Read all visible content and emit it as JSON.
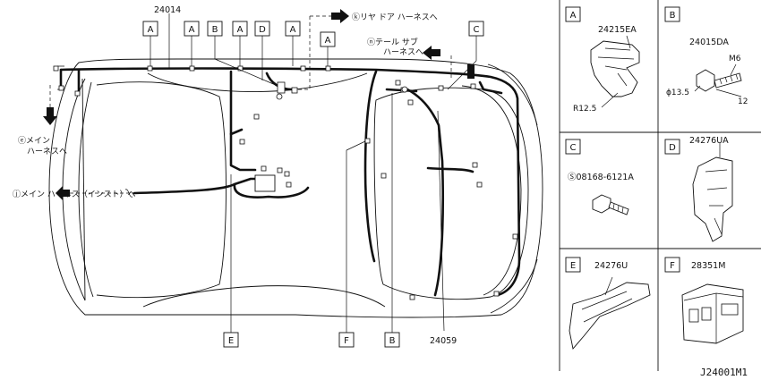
{
  "diagram": {
    "main_part_no": "24014",
    "bottom_part_no": "24059",
    "figure_code": "J24001M1",
    "callout_tags": [
      "A",
      "A",
      "B",
      "A",
      "D",
      "A",
      "A",
      "C",
      "E",
      "F",
      "B"
    ],
    "notes": {
      "rear_door": "ⓚリヤ ドア ハーネスへ",
      "tail_sub_line1": "ⓝテール サブ",
      "tail_sub_line2": "ハーネスへ",
      "main_line1": "ⓔメイン",
      "main_line2": "ハーネスへ",
      "main_inst": "ⓙメイン ハーネス（インスト）へ"
    },
    "panels": [
      {
        "tag": "A",
        "part_no": "24215EA",
        "note": "R12.5"
      },
      {
        "tag": "B",
        "part_no": "24015DA",
        "dim_thread": "M6",
        "dim_dia": "ϕ13.5",
        "dim_len": "12"
      },
      {
        "tag": "C",
        "part_no": "Ⓢ08168-6121A"
      },
      {
        "tag": "D",
        "part_no": "24276UA"
      },
      {
        "tag": "E",
        "part_no": "24276U"
      },
      {
        "tag": "F",
        "part_no": "28351M"
      }
    ]
  }
}
